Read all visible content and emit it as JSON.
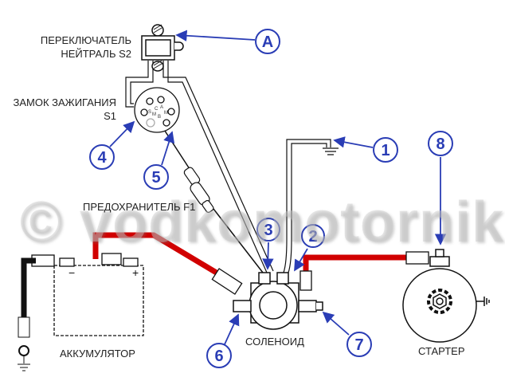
{
  "labels": {
    "neutral_switch": [
      "ПЕРЕКЛЮЧАТЕЛЬ",
      "НЕЙТРАЛЬ S2"
    ],
    "ignition_switch": [
      "ЗАМОК ЗАЖИГАНИЯ",
      "S1"
    ],
    "fuse": "ПРЕДОХРАНИТЕЛЬ F1",
    "battery": "АККУМУЛЯТОР",
    "solenoid": "СОЛЕНОИД",
    "starter": "СТАРТЕР",
    "battery_minus": "−",
    "battery_plus": "+"
  },
  "ignition_terminals": [
    "C",
    "A",
    "S",
    "M",
    "M",
    "B"
  ],
  "callouts": {
    "A": "A",
    "c1": "1",
    "c2": "2",
    "c3": "3",
    "c4": "4",
    "c5": "5",
    "c6": "6",
    "c7": "7",
    "c8": "8"
  },
  "watermark": "© vodkomotornik.ru",
  "colors": {
    "callout": "#2a3db5",
    "power_wire": "#d10000",
    "line": "#111111"
  }
}
